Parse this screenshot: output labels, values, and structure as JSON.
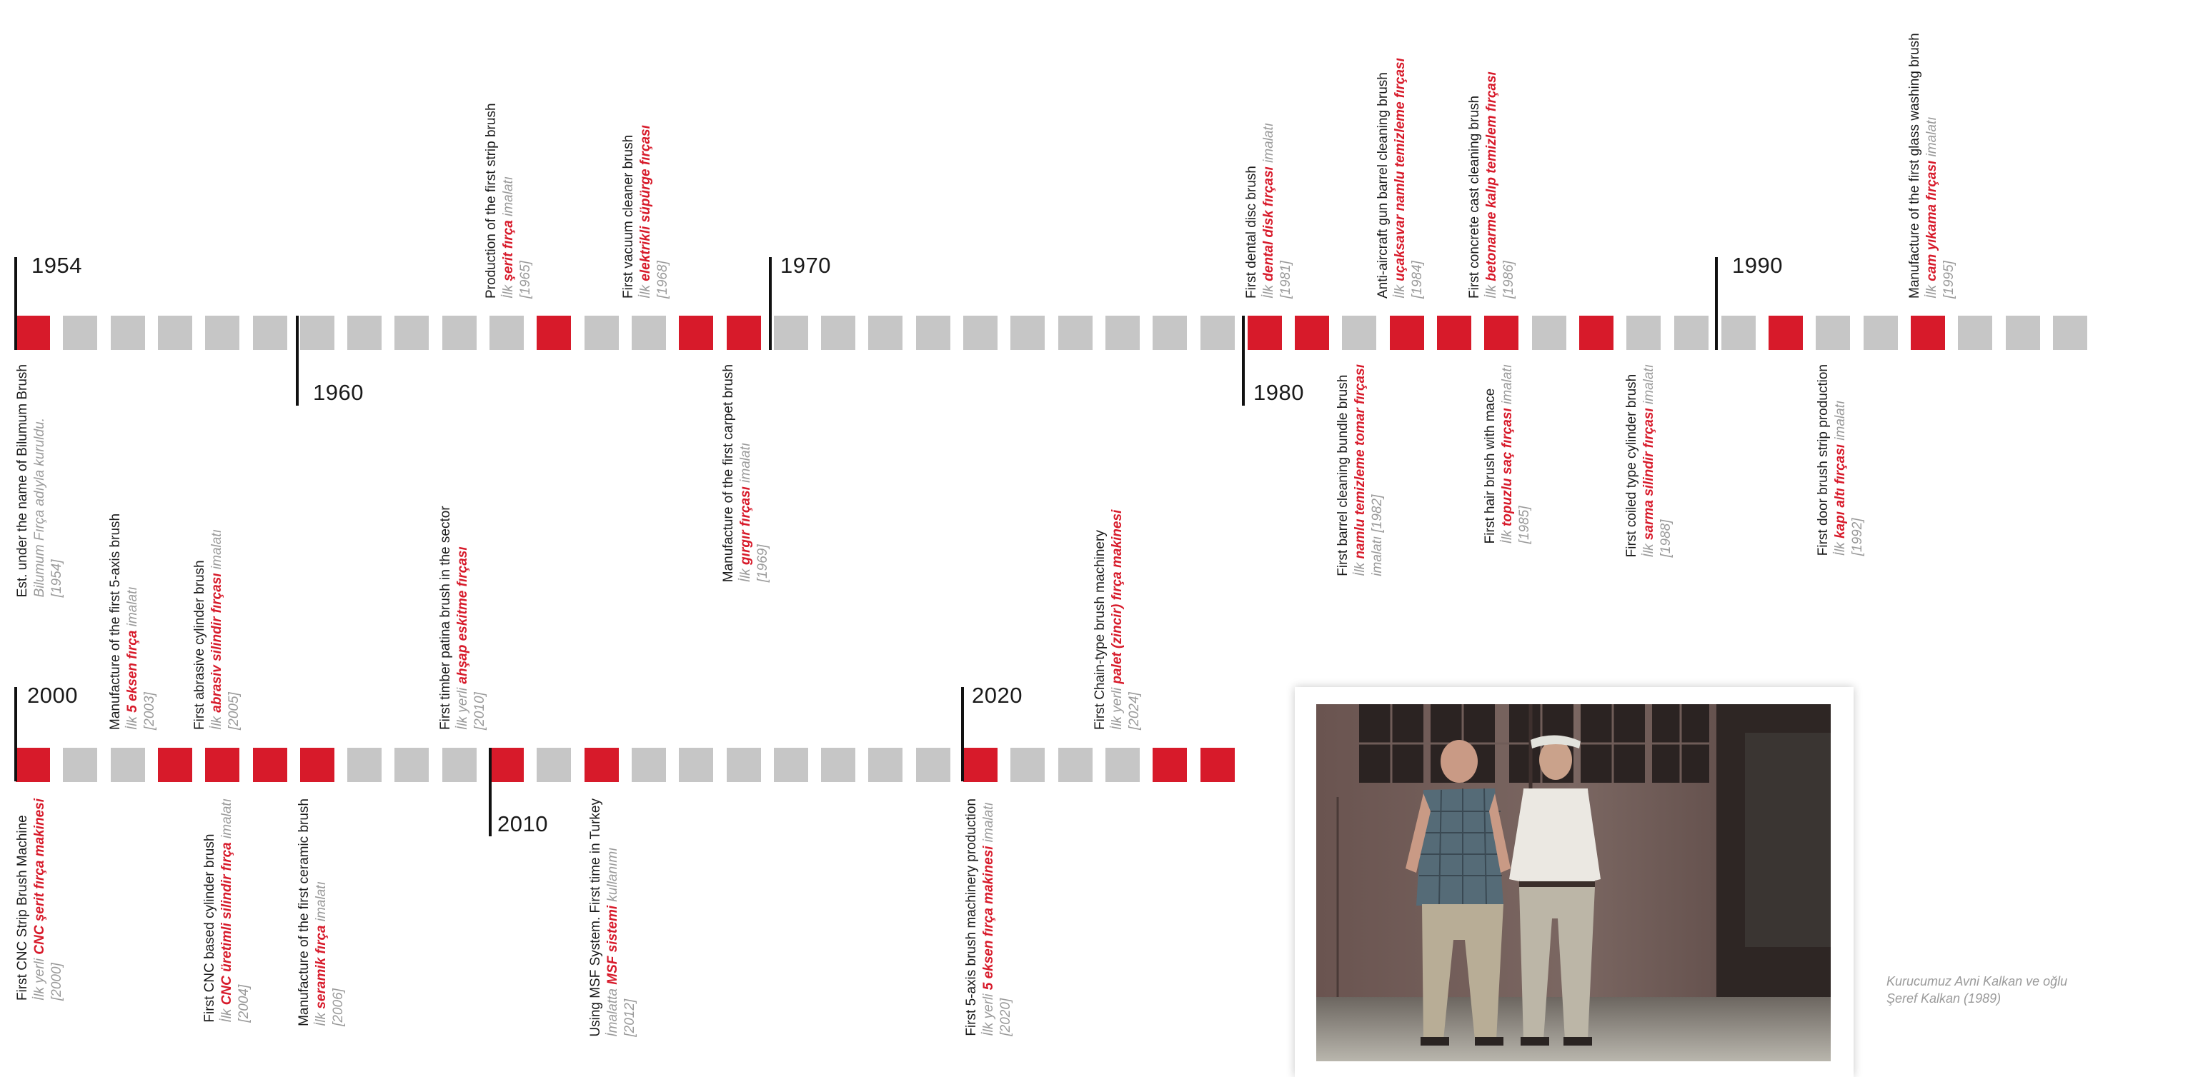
{
  "timeline": {
    "rows": [
      {
        "id": "row1",
        "cells": [
          "r",
          "g",
          "g",
          "g",
          "g",
          "g",
          "g",
          "g",
          "g",
          "g",
          "g",
          "r",
          "g",
          "g",
          "r",
          "r",
          "g",
          "g",
          "g",
          "g",
          "g",
          "g",
          "g",
          "g",
          "g",
          "g",
          "r",
          "r",
          "g",
          "r",
          "r",
          "r",
          "g",
          "r",
          "g",
          "g",
          "g",
          "r",
          "g",
          "g",
          "r",
          "g",
          "g",
          "g"
        ]
      },
      {
        "id": "row2",
        "cells": [
          "r",
          "g",
          "g",
          "r",
          "r",
          "r",
          "r",
          "g",
          "g",
          "g",
          "r",
          "g",
          "r",
          "g",
          "g",
          "g",
          "g",
          "g",
          "g",
          "g",
          "r",
          "g",
          "g",
          "g",
          "r",
          "r"
        ]
      }
    ],
    "decades": [
      {
        "label": "1954",
        "position": "above"
      },
      {
        "label": "1960",
        "position": "below"
      },
      {
        "label": "1970",
        "position": "above"
      },
      {
        "label": "1980",
        "position": "below"
      },
      {
        "label": "1990",
        "position": "above"
      },
      {
        "label": "2000",
        "position": "above"
      },
      {
        "label": "2010",
        "position": "below"
      },
      {
        "label": "2020",
        "position": "above"
      }
    ],
    "events_above": [
      {
        "id": "ev1965",
        "en": "Production of the first strip brush",
        "tr_prefix": "İlk ",
        "tr_highlight": "şerit fırça",
        "tr_suffix": " imalatı",
        "year": "[1965]"
      },
      {
        "id": "ev1968",
        "en": "First vacuum cleaner brush",
        "tr_prefix": "İlk ",
        "tr_highlight": "elektrikli süpürge fırçası",
        "tr_suffix": "",
        "year": "[1968]"
      },
      {
        "id": "ev1981",
        "en": "First dental disc brush",
        "tr_prefix": "İlk ",
        "tr_highlight": "dental disk fırçası",
        "tr_suffix": " imalatı",
        "year": "[1981]"
      },
      {
        "id": "ev1984",
        "en": "Anti-aircraft gun barrel cleaning brush",
        "tr_prefix": "İlk ",
        "tr_highlight": "uçaksavar namlu temizleme fırçası",
        "tr_suffix": "",
        "year": "[1984]"
      },
      {
        "id": "ev1986",
        "en": "First concrete cast cleaning brush",
        "tr_prefix": "İlk ",
        "tr_highlight": "betonarme kalıp temizlem fırçası",
        "tr_suffix": "",
        "year": "[1986]"
      },
      {
        "id": "ev1995",
        "en": "Manufacture of the first glass washing brush",
        "tr_prefix": "İlk ",
        "tr_highlight": "cam yıkama fırçası",
        "tr_suffix": " imalatı",
        "year": "[1995]"
      },
      {
        "id": "ev2003",
        "en": "Manufacture of the first 5-axis brush",
        "tr_prefix": "İlk ",
        "tr_highlight": "5 eksen fırça",
        "tr_suffix": " imalatı",
        "year": "[2003]"
      },
      {
        "id": "ev2005",
        "en": "First abrasive cylinder brush",
        "tr_prefix": "İlk ",
        "tr_highlight": "abrasiv silindir fırçası",
        "tr_suffix": " imalatı",
        "year": "[2005]"
      },
      {
        "id": "ev2010",
        "en": "First timber patina brush in the sector",
        "tr_prefix": "İlk yerli ",
        "tr_highlight": "ahşap eskitme fırçası",
        "tr_suffix": "",
        "year": "[2010]"
      },
      {
        "id": "ev2024",
        "en": "First Chain-type brush machinery",
        "tr_prefix": "İlk yerli ",
        "tr_highlight": "palet (zincir) fırça makinesi",
        "tr_suffix": "",
        "year": "[2024]"
      }
    ],
    "events_below": [
      {
        "id": "ev1954",
        "en": "Est. under the name of Bilumum Brush",
        "tr_prefix": "Bilumum Fırça adıyla kuruldu. ",
        "tr_highlight": "",
        "tr_suffix": "",
        "year": "[1954]"
      },
      {
        "id": "ev1969",
        "en": "Manufacture of the first carpet brush",
        "tr_prefix": "İlk ",
        "tr_highlight": "gırgır fırçası",
        "tr_suffix": " imalatı",
        "year": "[1969]"
      },
      {
        "id": "ev1982",
        "en": "First barrel cleaning bundle brush",
        "tr_prefix": "İlk ",
        "tr_highlight": "namlu temizleme tomar fırçası",
        "tr_suffix": "",
        "year": "imalatı [1982]"
      },
      {
        "id": "ev1985",
        "en": "First hair brush with mace",
        "tr_prefix": "İlk ",
        "tr_highlight": "topuzlu saç fırçası",
        "tr_suffix": " imalatı",
        "year": "[1985]"
      },
      {
        "id": "ev1988",
        "en": "First coiled type cylinder brush",
        "tr_prefix": "İlk ",
        "tr_highlight": "sarma silindir fırçası",
        "tr_suffix": " imalatı",
        "year": "[1988]"
      },
      {
        "id": "ev1992",
        "en": "First door brush strip production",
        "tr_prefix": "İlk ",
        "tr_highlight": "kapı altı fırçası",
        "tr_suffix": " imalatı",
        "year": "[1992]"
      },
      {
        "id": "ev2000",
        "en": "First CNC Strip Brush Machine",
        "tr_prefix": "İlk yerli ",
        "tr_highlight": "CNC şerit fırça makinesi",
        "tr_suffix": "",
        "year": "[2000]"
      },
      {
        "id": "ev2004",
        "en": "First CNC  based cylinder brush",
        "tr_prefix": "İlk ",
        "tr_highlight": "CNC üretimli silindir fırça",
        "tr_suffix": " imalatı",
        "year": "[2004]"
      },
      {
        "id": "ev2006",
        "en": "Manufacture of the first ceramic brush",
        "tr_prefix": "İlk ",
        "tr_highlight": "seramik fırça",
        "tr_suffix": " imalatı",
        "year": "[2006]"
      },
      {
        "id": "ev2012",
        "en": "Using MSF System. First time in Turkey",
        "tr_prefix": "İmalatta ",
        "tr_highlight": "MSF sistemi",
        "tr_suffix": " kullanımı",
        "year": "[2012]"
      },
      {
        "id": "ev2020",
        "en": "First 5-axis brush  machinery production",
        "tr_prefix": "İlk yerli ",
        "tr_highlight": "5 eksen fırça makinesi",
        "tr_suffix": " imalatı",
        "year": "[2020]"
      }
    ]
  },
  "photo": {
    "caption": "Kurucumuz Avni Kalkan ve oğlu Şeref Kalkan (1989)"
  },
  "colors": {
    "accent": "#d71a2a",
    "grey_block": "#c6c6c6",
    "text_dark": "#1b1b1b",
    "text_grey": "#9a9a9a"
  }
}
